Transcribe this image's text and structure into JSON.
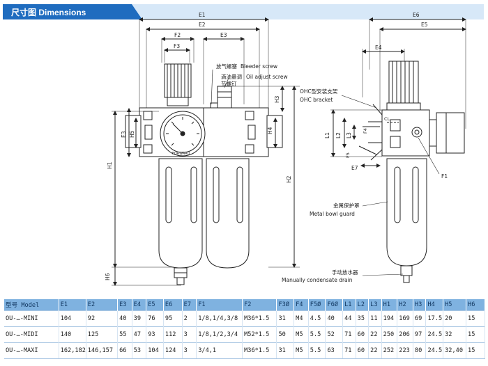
{
  "header": {
    "title": "尺寸图 Dimensions",
    "colors": {
      "banner": "#1f6cbf",
      "banner_light": "#d7e8f8",
      "table_header": "#7fb2e0"
    }
  },
  "labels": {
    "bleeder_cn": "放气螺塞",
    "bleeder_en": "Bleeder screw",
    "oil_cn": "滴油量调",
    "oil_en": "Oil adjust screw",
    "oil_cn2": "节螺钉",
    "ohc_cn": "OHC型安装支架",
    "ohc_en": "OHC bracket",
    "guard_cn": "金属保护罩",
    "guard_en": "Metal bowl guard",
    "drain_cn": "手动放水器",
    "drain_en": "Manually condensate drain",
    "gauge_brand": "FORWARD"
  },
  "dims": {
    "E1": "E1",
    "E2": "E2",
    "E3": "E3",
    "E4": "E4",
    "E5": "E5",
    "E6": "E6",
    "E7": "E7",
    "F1": "F1",
    "F2": "F2",
    "F3": "F3",
    "F4": "F4",
    "F5": "F5",
    "H1": "H1",
    "H2": "H2",
    "H3": "H3",
    "H4": "H4",
    "H5": "H5",
    "H6": "H6",
    "L1": "L1",
    "L2": "L2",
    "L3": "L3",
    "CL": "CL"
  },
  "table": {
    "headers": [
      "型号 Model",
      "E1",
      "E2",
      "E3",
      "E4",
      "E5",
      "E6",
      "E7",
      "F1",
      "F2",
      "F3Ø",
      "F4",
      "F5Ø",
      "F6Ø",
      "L1",
      "L2",
      "L3",
      "H1",
      "H2",
      "H3",
      "H4",
      "H5",
      "H6"
    ],
    "rows": [
      [
        "OU-…-MINI",
        "104",
        "92",
        "40",
        "39",
        "76",
        "95",
        "2",
        "1/8,1/4,3/8",
        "M36*1.5",
        "31",
        "M4",
        "4.5",
        "40",
        "44",
        "35",
        "11",
        "194",
        "169",
        "69",
        "17.5",
        "20",
        "15"
      ],
      [
        "OU-…-MIDI",
        "140",
        "125",
        "55",
        "47",
        "93",
        "112",
        "3",
        "1/8,1/2,3/4",
        "M52*1.5",
        "50",
        "M5",
        "5.5",
        "52",
        "71",
        "60",
        "22",
        "250",
        "206",
        "97",
        "24.5",
        "32",
        "15"
      ],
      [
        "OU-…-MAXI",
        "162,182",
        "146,157",
        "66",
        "53",
        "104",
        "124",
        "3",
        "3/4,1",
        "M36*1.5",
        "31",
        "M5",
        "5.5",
        "63",
        "71",
        "60",
        "22",
        "252",
        "223",
        "80",
        "24.5",
        "32,40",
        "15"
      ]
    ]
  }
}
